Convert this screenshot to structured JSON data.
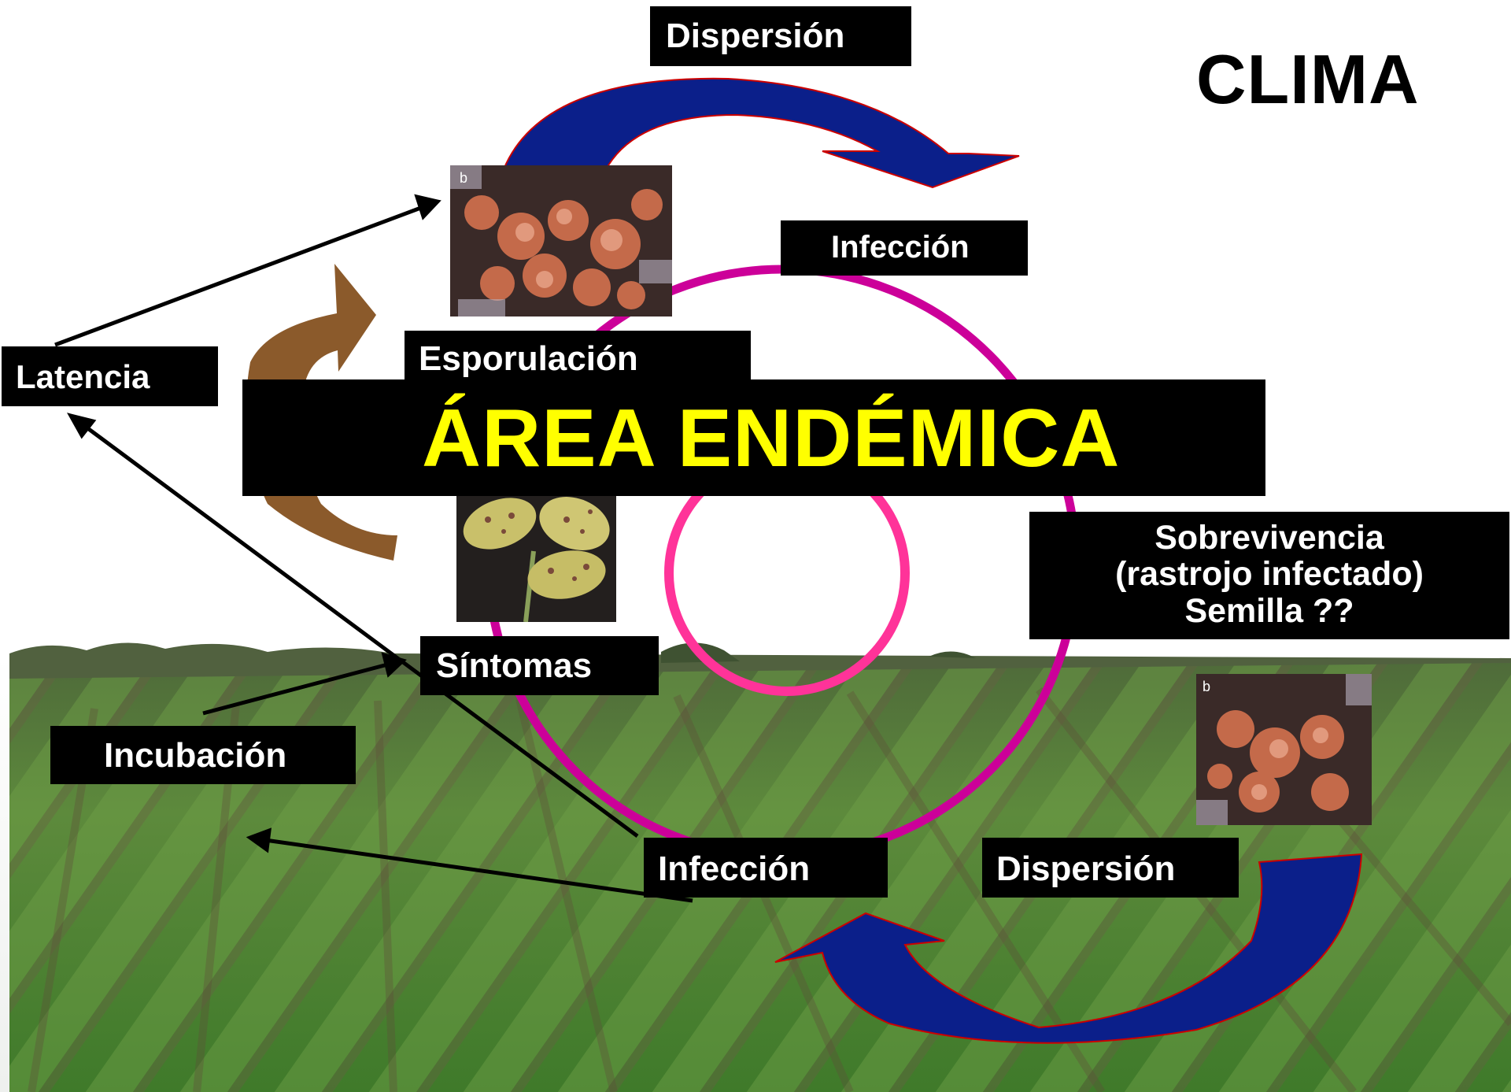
{
  "title": "CLIMA",
  "banner": "ÁREA ENDÉMICA",
  "labels": {
    "dispersion_top": "Dispersión",
    "infeccion_top": "Infección",
    "esporulacion": "Esporulación",
    "latencia": "Latencia",
    "sintomas": "Síntomas",
    "incubacion": "Incubación",
    "infeccion_bottom": "Infección",
    "dispersion_bottom": "Dispersión",
    "sobrevivencia_line1": "Sobrevivencia",
    "sobrevivencia_line2": "(rastrojo infectado)",
    "sobrevivencia_line3": "Semilla ??"
  },
  "photo_marks": {
    "rust_top": "b",
    "rust_right": "b"
  },
  "colors": {
    "label_bg": "#000000",
    "label_text": "#ffffff",
    "banner_text": "#ffff00",
    "outer_cycle": "#cc0099",
    "inner_cycle": "#ff3399",
    "dispersion_arrows": "#0b1f8a",
    "arrow_outline": "#cc0000",
    "cycle_arrow_brown": "#8b5a2b"
  }
}
